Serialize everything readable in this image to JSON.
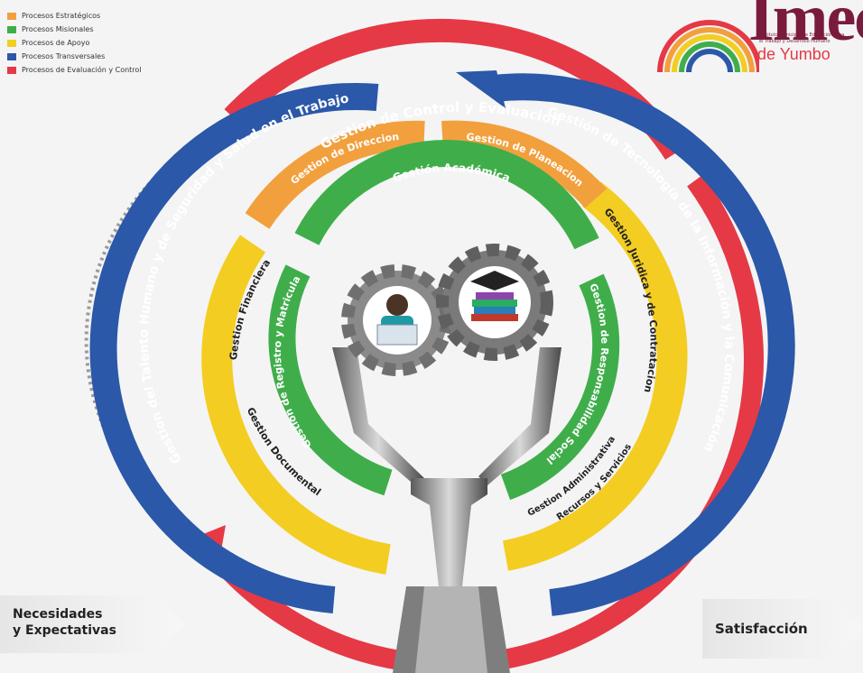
{
  "legend": [
    {
      "label": "Procesos Estratégicos",
      "color": "#f2a03d"
    },
    {
      "label": "Procesos Misionales",
      "color": "#3fae4a"
    },
    {
      "label": "Procesos de Apoyo",
      "color": "#f3cd22"
    },
    {
      "label": "Procesos Transversales",
      "color": "#2b58a8"
    },
    {
      "label": "Procesos de Evaluación y Control",
      "color": "#e53946"
    }
  ],
  "logo": {
    "name": "Imec",
    "line1": "Instituto Municipal de Educación para",
    "line2": "el Trabajo y Desarrollo Humano",
    "city": "de Yumbo"
  },
  "arcs": {
    "outer_red": "Gestion de Control y Evaluacion",
    "blue_left": "Gestion del Talento Humano y de Seguridad y Salud en el Trabajo",
    "blue_right": "Gestión de Tecnología de la Información y la Comunicación",
    "orange_left": "Gestion de Direccion",
    "orange_right": "Gestion de Planeacion",
    "green_top": "Gestión Académica",
    "green_left": "Gestion de Registro y Matricula",
    "green_right": "Gestion de Responsabilidad Social",
    "yellow_left_1": "Gestion Financiera",
    "yellow_left_2": "Gestion Documental",
    "yellow_right_1": "Gestion Juridica y de Contratacion",
    "yellow_right_2": "Gestion Administrativa",
    "yellow_right_3": "Recursos y Servicios"
  },
  "input": {
    "line1": "Necesidades",
    "line2": "y Expectativas"
  },
  "output": {
    "label": "Satisfacción"
  },
  "icons": [
    "teacher-gear-icon",
    "books-gear-icon",
    "funnel-hand-icon"
  ]
}
